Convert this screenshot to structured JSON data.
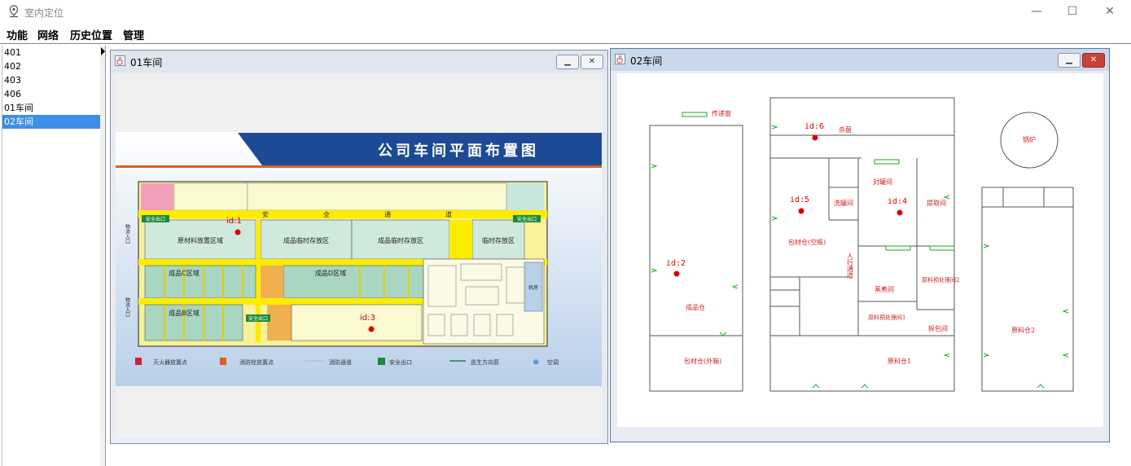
{
  "app": {
    "title": "室内定位"
  },
  "window_controls": {
    "minimize": "—",
    "maximize": "☐",
    "close": "✕"
  },
  "menu": [
    "功能",
    "网络",
    "历史位置",
    "管理"
  ],
  "sidebar": {
    "items": [
      "401",
      "402",
      "403",
      "406",
      "01车间",
      "02车间"
    ],
    "selected_index": 5
  },
  "frames": [
    {
      "title": "01车间"
    },
    {
      "title": "02车间"
    }
  ],
  "map1": {
    "banner_title": "公司车间平面布置图",
    "zones": [
      "原材料放置区域",
      "成品临时存放区",
      "成品临时存放区",
      "临时存放区",
      "成品C区域",
      "成品D区域",
      "成品B区域"
    ],
    "corridor": [
      "安",
      "全",
      "通",
      "道"
    ],
    "exits": [
      "安全出口",
      "安全出口",
      "安全出口"
    ],
    "side_labels": [
      "物流入口",
      "物流入口"
    ],
    "office_note": "机房",
    "markers": [
      "id:1",
      "id:3"
    ],
    "legend": [
      "灭火器放置点",
      "消防栓放置点",
      "消防通道",
      "安全出口",
      "逃生方向箭",
      "空调"
    ]
  },
  "map2": {
    "rooms": [
      "传递窗",
      "成品仓",
      "包材仓(外箱)",
      "杀菌",
      "包材仓(空瓶)",
      "洗罐间",
      "封罐间",
      "提取间",
      "蒸煮间",
      "原料预处理间2",
      "原料预处理间1",
      "拆包间",
      "原料仓1",
      "锅炉",
      "原料仓2"
    ],
    "corridor_label": "人行通道",
    "markers": [
      "id:6",
      "id:5",
      "id:4",
      "id:2"
    ],
    "marker_color": "#dd0000",
    "wall_color": "#555555",
    "door_color": "#22aa22"
  }
}
